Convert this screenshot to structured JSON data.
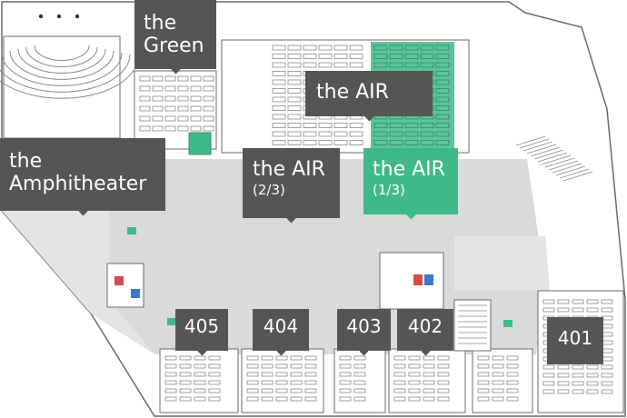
{
  "colors": {
    "label_bg": "#555555",
    "label_highlight_bg": "#3fb98a",
    "floor_fill": "#d9dadb",
    "room_fill": "#ffffff",
    "wall_line": "#6b6b6b",
    "seat_line": "#8a8a8a",
    "highlight_seats": "#3fb98a"
  },
  "rooms": {
    "green": {
      "line1": "the",
      "line2": "Green"
    },
    "amphitheater": {
      "line1": "the",
      "line2": "Amphitheater"
    },
    "air_full": {
      "name": "the AIR"
    },
    "air_2_3": {
      "name": "the AIR",
      "portion": "(2/3)"
    },
    "air_1_3": {
      "name": "the AIR",
      "portion": "(1/3)"
    },
    "r405": {
      "number": "405"
    },
    "r404": {
      "number": "404"
    },
    "r403": {
      "number": "403"
    },
    "r402": {
      "number": "402"
    },
    "r401": {
      "number": "401"
    }
  },
  "selected_room": "air_1_3",
  "icons": [
    "restroom-icon",
    "emergency-exit-icon",
    "elevator-icon",
    "stairs-icon"
  ]
}
